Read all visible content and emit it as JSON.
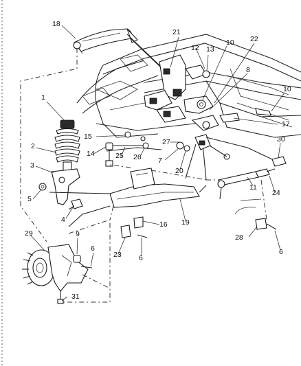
{
  "callouts": [
    "18",
    "21",
    "12",
    "13",
    "10",
    "22",
    "8",
    "10",
    "1",
    "17",
    "15",
    "27",
    "30",
    "2",
    "14",
    "25",
    "26",
    "7",
    "20",
    "3",
    "11",
    "24",
    "5",
    "4",
    "19",
    "16",
    "29",
    "9",
    "6",
    "28",
    "23",
    "6",
    "6",
    "31"
  ]
}
